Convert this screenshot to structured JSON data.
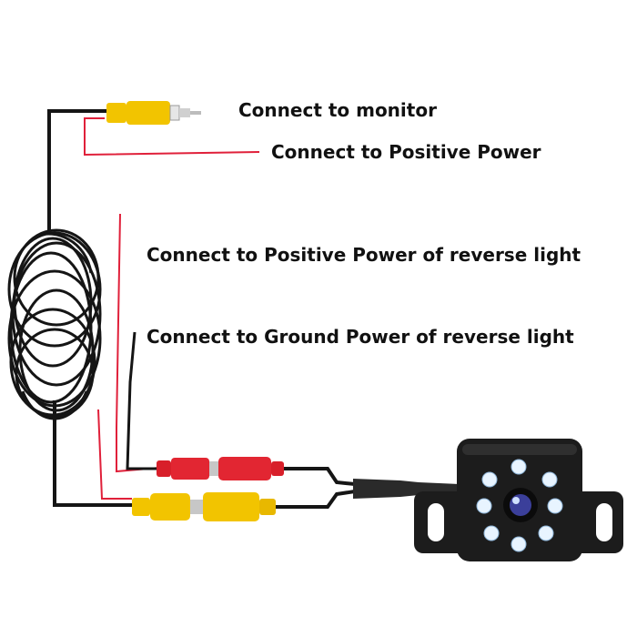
{
  "labels": {
    "monitor": "Connect to monitor",
    "positive_power": "Connect to Positive Power",
    "reverse_positive": "Connect to Positive Power of reverse light",
    "reverse_ground": "Connect to Ground Power of reverse light"
  },
  "colors": {
    "wire_black": "#151515",
    "wire_red": "#e0203a",
    "rca_yellow": "#f2c400",
    "plug_red": "#d81f2a",
    "camera_body": "#1c1c1c",
    "led": "#e8f4ff",
    "lens": "#3b3f9a"
  },
  "icons": [
    "rca-plug-icon",
    "coiled-cable-icon",
    "power-connector-icon",
    "backup-camera-icon"
  ]
}
